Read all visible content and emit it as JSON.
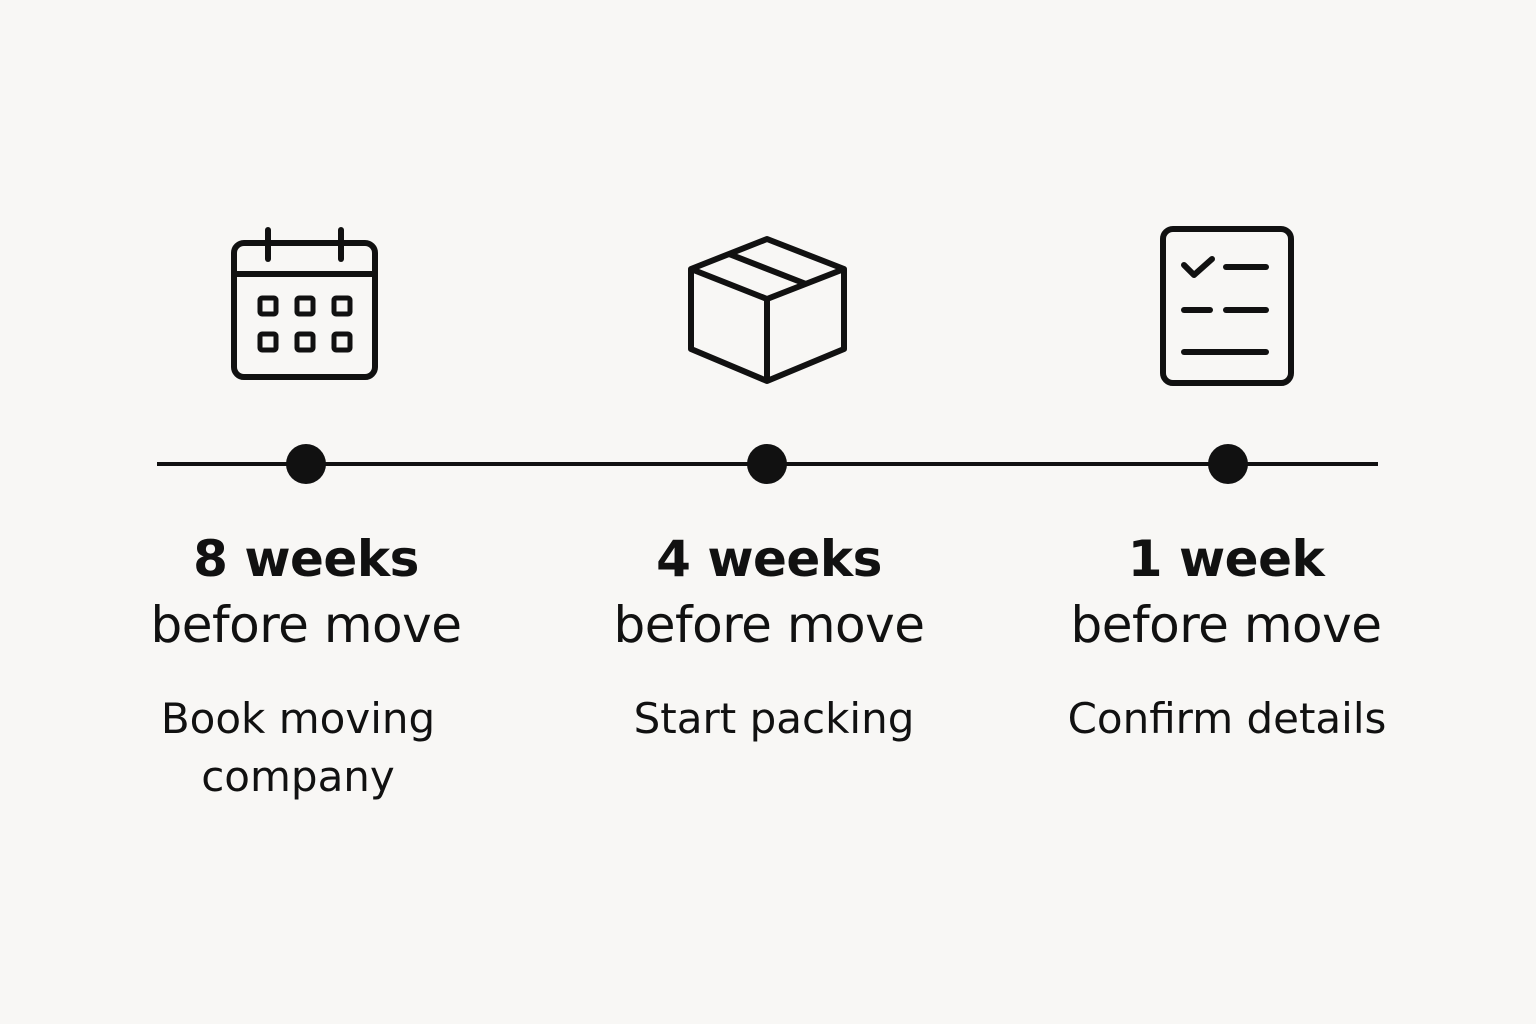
{
  "timeline": {
    "milestones": [
      {
        "icon": "calendar-icon",
        "period_line1": "8 weeks",
        "period_line2": "before move",
        "task": "Book moving company"
      },
      {
        "icon": "box-icon",
        "period_line1": "4 weeks",
        "period_line2": "before move",
        "task": "Start packing"
      },
      {
        "icon": "checklist-icon",
        "period_line1": "1 week",
        "period_line2": "before move",
        "task": "Confirm details"
      }
    ]
  }
}
